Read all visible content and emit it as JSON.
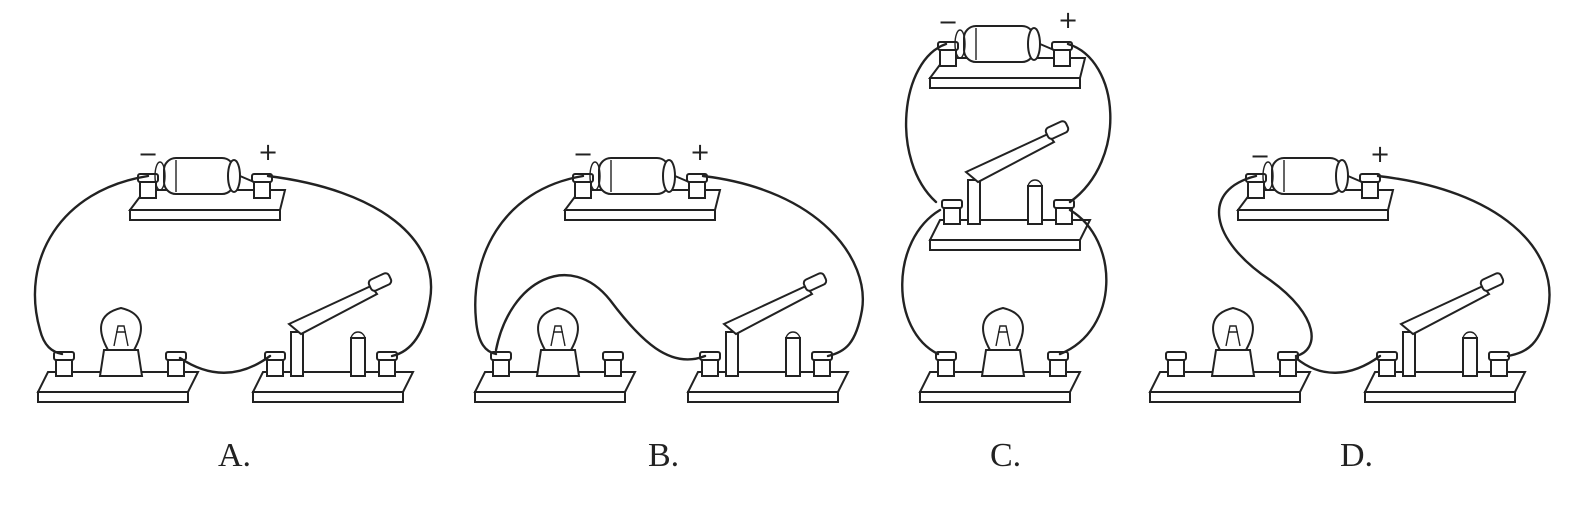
{
  "options": [
    {
      "label": "A."
    },
    {
      "label": "B."
    },
    {
      "label": "C."
    },
    {
      "label": "D."
    }
  ],
  "battery_signs": {
    "negative": "−",
    "positive": "+"
  }
}
